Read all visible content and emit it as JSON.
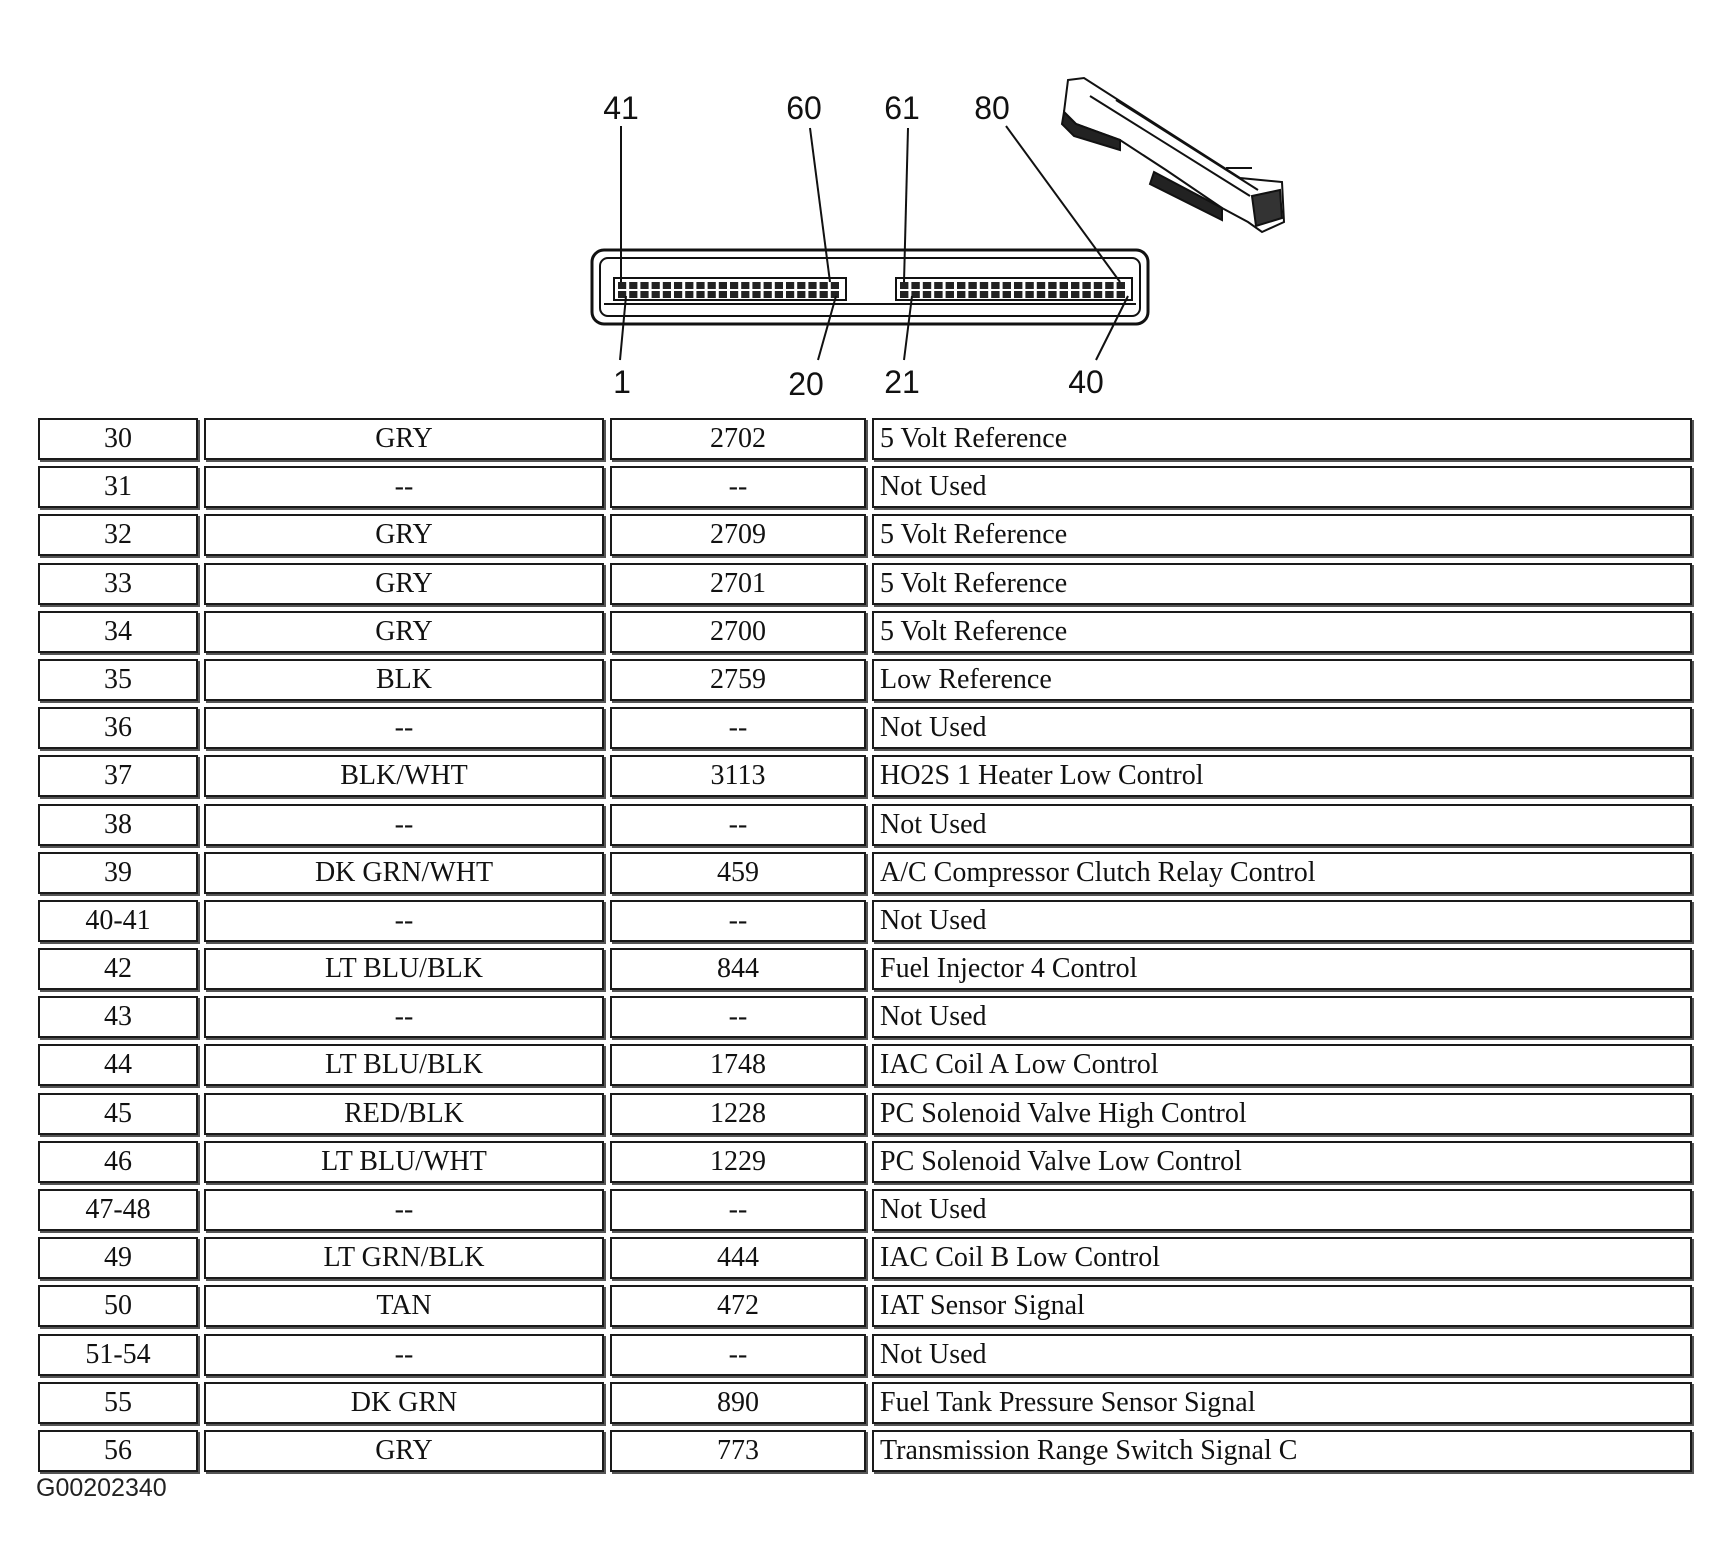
{
  "connector": {
    "pin_labels": {
      "top": [
        "41",
        "60",
        "61",
        "80"
      ],
      "bottom": [
        "1",
        "20",
        "21",
        "40"
      ]
    }
  },
  "table": {
    "rows": [
      {
        "pin": "30",
        "color": "GRY",
        "circuit": "2702",
        "function": "5 Volt Reference"
      },
      {
        "pin": "31",
        "color": "--",
        "circuit": "--",
        "function": "Not Used"
      },
      {
        "pin": "32",
        "color": "GRY",
        "circuit": "2709",
        "function": "5 Volt Reference"
      },
      {
        "pin": "33",
        "color": "GRY",
        "circuit": "2701",
        "function": "5 Volt Reference"
      },
      {
        "pin": "34",
        "color": "GRY",
        "circuit": "2700",
        "function": "5 Volt Reference"
      },
      {
        "pin": "35",
        "color": "BLK",
        "circuit": "2759",
        "function": "Low Reference"
      },
      {
        "pin": "36",
        "color": "--",
        "circuit": "--",
        "function": "Not Used"
      },
      {
        "pin": "37",
        "color": "BLK/WHT",
        "circuit": "3113",
        "function": "HO2S 1 Heater Low Control"
      },
      {
        "pin": "38",
        "color": "--",
        "circuit": "--",
        "function": "Not Used"
      },
      {
        "pin": "39",
        "color": "DK GRN/WHT",
        "circuit": "459",
        "function": "A/C Compressor Clutch Relay Control"
      },
      {
        "pin": "40-41",
        "color": "--",
        "circuit": "--",
        "function": "Not Used"
      },
      {
        "pin": "42",
        "color": "LT BLU/BLK",
        "circuit": "844",
        "function": "Fuel Injector 4 Control"
      },
      {
        "pin": "43",
        "color": "--",
        "circuit": "--",
        "function": "Not Used"
      },
      {
        "pin": "44",
        "color": "LT BLU/BLK",
        "circuit": "1748",
        "function": "IAC Coil A Low Control"
      },
      {
        "pin": "45",
        "color": "RED/BLK",
        "circuit": "1228",
        "function": "PC Solenoid Valve High Control"
      },
      {
        "pin": "46",
        "color": "LT BLU/WHT",
        "circuit": "1229",
        "function": "PC Solenoid Valve Low Control"
      },
      {
        "pin": "47-48",
        "color": "--",
        "circuit": "--",
        "function": "Not Used"
      },
      {
        "pin": "49",
        "color": "LT GRN/BLK",
        "circuit": "444",
        "function": "IAC Coil B Low Control"
      },
      {
        "pin": "50",
        "color": "TAN",
        "circuit": "472",
        "function": "IAT Sensor Signal"
      },
      {
        "pin": "51-54",
        "color": "--",
        "circuit": "--",
        "function": "Not Used"
      },
      {
        "pin": "55",
        "color": "DK GRN",
        "circuit": "890",
        "function": "Fuel Tank Pressure Sensor Signal"
      },
      {
        "pin": "56",
        "color": "GRY",
        "circuit": "773",
        "function": "Transmission Range Switch Signal C"
      }
    ]
  },
  "figure_id": "G00202340"
}
